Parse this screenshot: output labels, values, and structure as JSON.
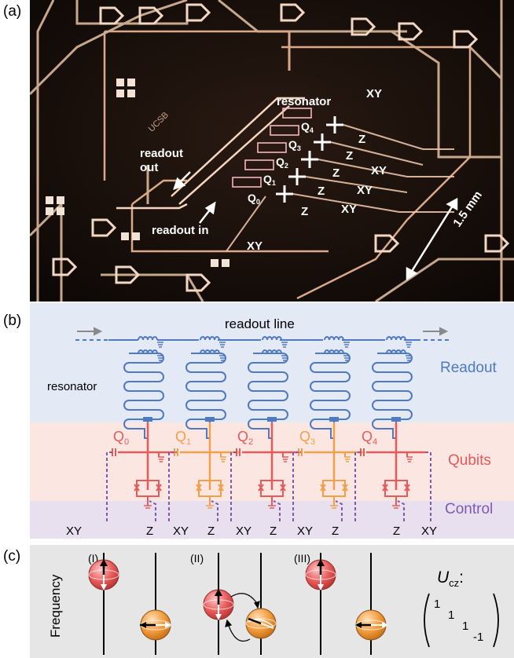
{
  "panels": {
    "a": "(a)",
    "b": "(b)",
    "c": "(c)"
  },
  "photo": {
    "labels": {
      "resonator": "resonator",
      "readout_out_1": "readout",
      "readout_out_2": "out",
      "readout_in": "readout in",
      "xy_top": "XY",
      "xy_bottom": "XY",
      "scale": "1.5 mm",
      "logo": "UCSB"
    },
    "qubits": [
      "Q",
      "Q",
      "Q",
      "Q",
      "Q"
    ],
    "qubit_subs": [
      "0",
      "1",
      "2",
      "3",
      "4"
    ],
    "z_labels": [
      "Z",
      "Z",
      "Z",
      "Z",
      "Z"
    ],
    "xy_labels": [
      "XY",
      "XY",
      "XY"
    ]
  },
  "circuit": {
    "readout_line": "readout line",
    "resonator": "resonator",
    "regions": {
      "readout": "Readout",
      "qubits": "Qubits",
      "control": "Control"
    },
    "qubits": [
      "Q",
      "Q",
      "Q",
      "Q",
      "Q"
    ],
    "qubit_subs": [
      "0",
      "1",
      "2",
      "3",
      "4"
    ],
    "bottom_labels": [
      "XY",
      "Z",
      "XY",
      "Z",
      "XY",
      "Z",
      "XY",
      "Z",
      "Z",
      "XY"
    ]
  },
  "frequency": {
    "axis_label": "Frequency",
    "steps": [
      "(I)",
      "(II)",
      "(III)"
    ],
    "gate_symbol": "U",
    "gate_sub": "cz",
    "gate_colon": ":",
    "matrix": [
      "1",
      "1",
      "1",
      "-1"
    ]
  },
  "colors": {
    "readout_bg": "#e3e9f5",
    "qubits_bg": "#fbe6e2",
    "control_bg": "#e8e0ee",
    "freq_bg": "#e6e6e6",
    "readout_blue": "#4f79c0",
    "qubit_red": "#e65a5a",
    "qubit_orange": "#f0a04b",
    "control_purple": "#7d5ab0"
  }
}
